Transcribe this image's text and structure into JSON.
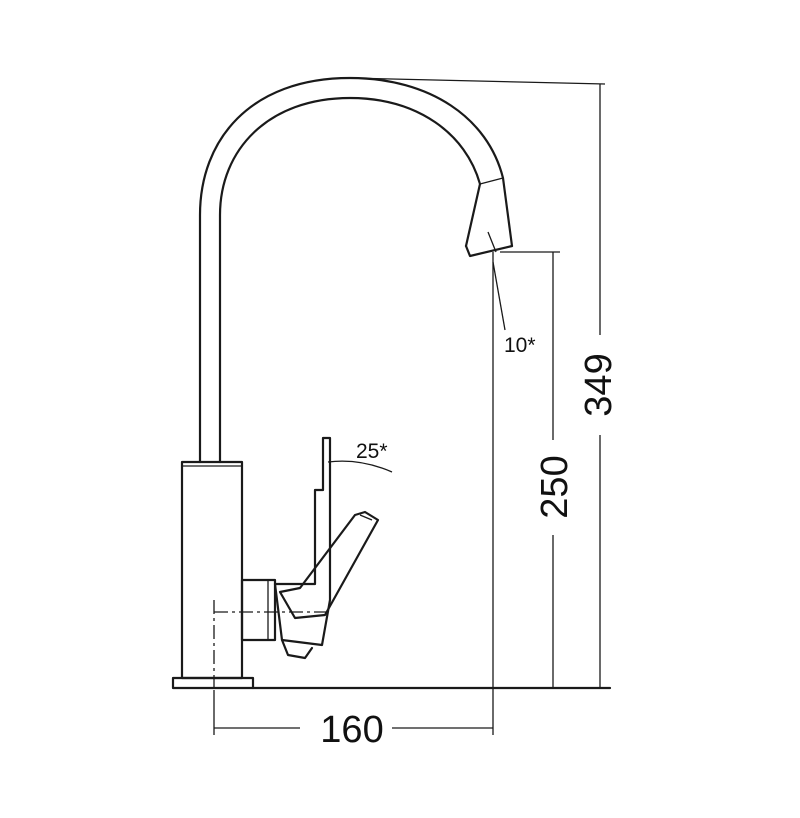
{
  "dimensions": {
    "total_height": "349",
    "spout_height": "250",
    "reach": "160",
    "spout_angle": "10*",
    "lever_angle": "25*"
  }
}
